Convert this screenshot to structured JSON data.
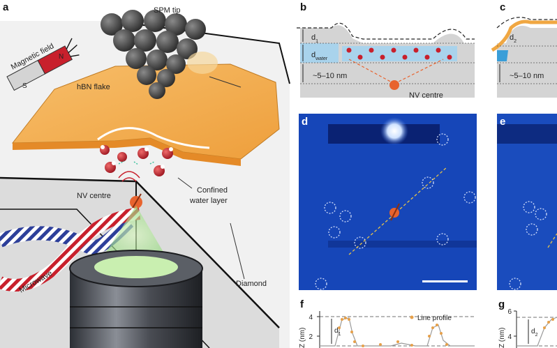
{
  "panels": {
    "a": "a",
    "b": "b",
    "c": "c",
    "d": "d",
    "e": "e",
    "f": "f",
    "g": "g"
  },
  "panel_a": {
    "spm_tip": "SPM tip",
    "magnetic_field": "Magnetic field",
    "magnet_n": "N",
    "magnet_s": "S",
    "hbn_flake": "hBN flake",
    "nv_centre": "NV centre",
    "confined_1": "Confined",
    "confined_2": "water layer",
    "microwave": "Microwave",
    "diamond": "Diamond"
  },
  "panel_b": {
    "d1": "d",
    "d1_sub": "1",
    "dwater": "d",
    "dwater_sub": "water",
    "depth": "~5–10 nm",
    "nv_centre": "NV centre"
  },
  "panel_c": {
    "d2": "d",
    "d2_sub": "2",
    "depth": "~5–10 nm"
  },
  "panel_f": {
    "ylabel": "Z (nm)",
    "yticks": [
      "4",
      "2"
    ],
    "legend": "Line profile",
    "d1": "d",
    "d1_sub": "1"
  },
  "panel_g": {
    "ylabel": "Z (nm)",
    "yticks": [
      "6",
      "4"
    ],
    "d2": "d",
    "d2_sub": "2"
  },
  "colors": {
    "hbn": "#f0a742",
    "afm_bg": "#1646b8",
    "nv": "#e8632e",
    "water_red": "#c8202c",
    "substrate": "#d4d4d4",
    "profile": "#e6a04a"
  }
}
